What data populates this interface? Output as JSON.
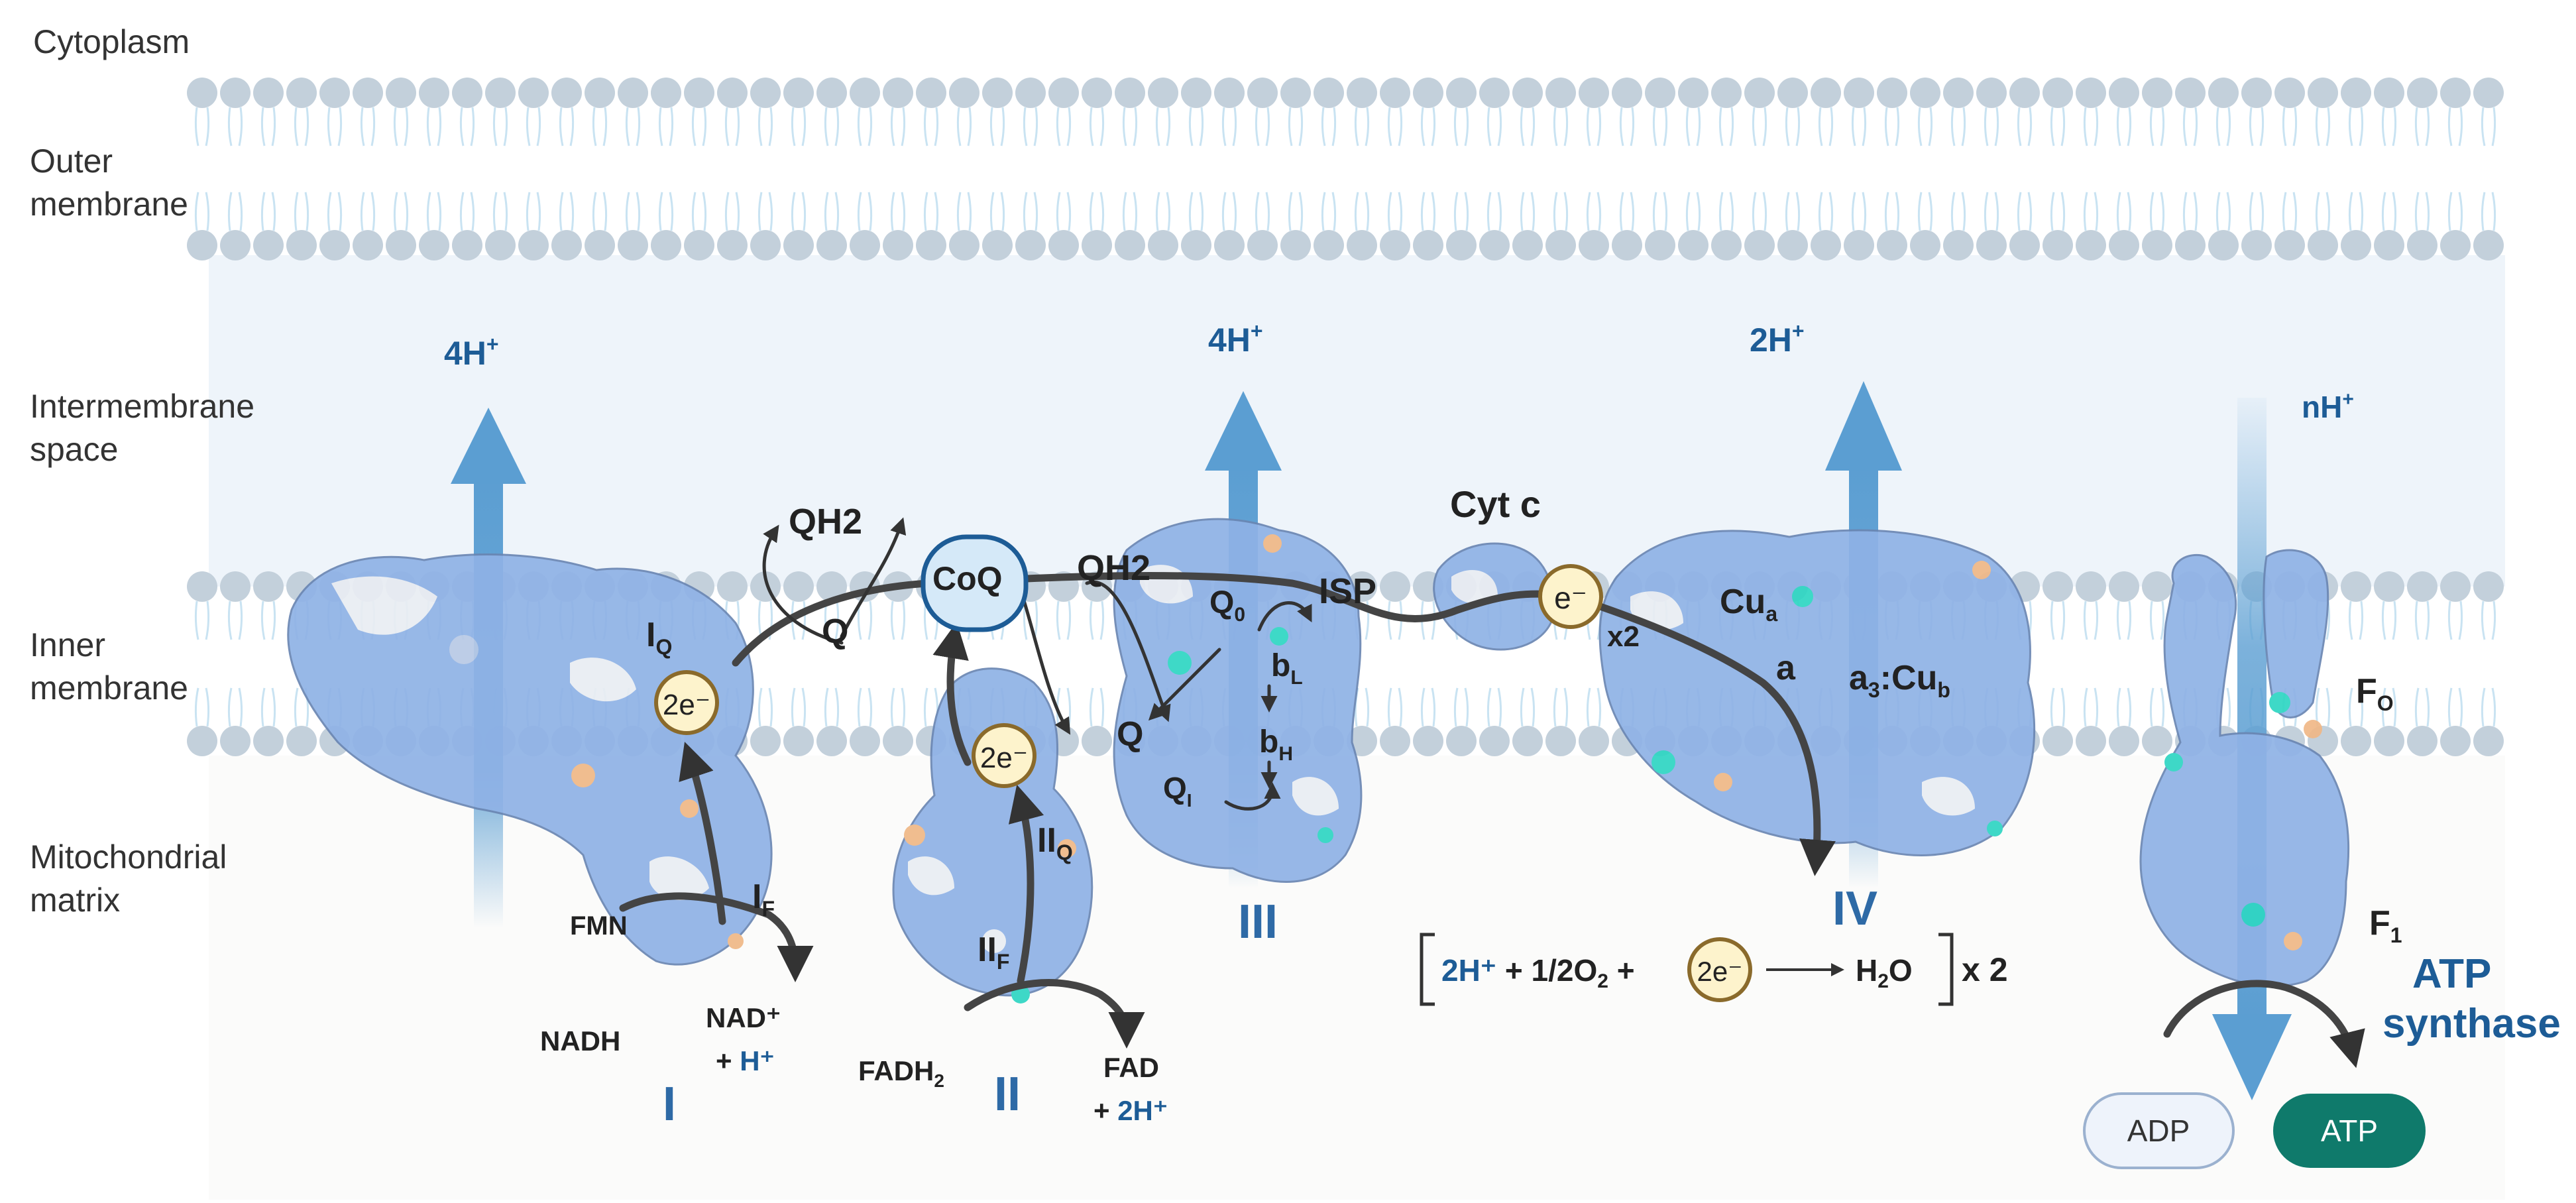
{
  "regions": {
    "cytoplasm": "Cytoplasm",
    "outer_membrane": [
      "Outer",
      "membrane"
    ],
    "intermembrane_space": [
      "Intermembrane",
      "space"
    ],
    "inner_membrane": [
      "Inner",
      "membrane"
    ],
    "matrix": [
      "Mitochondrial",
      "matrix"
    ]
  },
  "proton_labels": {
    "complex_I": "4H",
    "complex_III": "4H",
    "complex_IV": "2H",
    "atp_synthase": "nH",
    "sup": "+"
  },
  "complex_I": {
    "numeral": "I",
    "iq": {
      "main": "I",
      "sub": "Q"
    },
    "if": {
      "main": "I",
      "sub": "F"
    },
    "electron": "2e⁻",
    "fmn": "FMN",
    "nadh": "NADH",
    "nad_line1": "NAD⁺",
    "nad_line2_prefix": "+ ",
    "nad_line2_h": "H⁺"
  },
  "coq_pool": {
    "qh2_top": "QH2",
    "coq": "CoQ",
    "q_left": "Q",
    "qh2_right": "QH2"
  },
  "complex_II": {
    "numeral": "II",
    "iiq": {
      "main": "II",
      "sub": "Q"
    },
    "iif": {
      "main": "II",
      "sub": "F"
    },
    "electron": "2e⁻",
    "fadh2": {
      "main": "FADH",
      "sub": "2"
    },
    "fad_line1": "FAD",
    "fad_line2_prefix": "+ ",
    "fad_line2_h": "2H⁺"
  },
  "complex_III": {
    "numeral": "III",
    "q0": {
      "main": "Q",
      "sub": "0"
    },
    "isp": "ISP",
    "bl": {
      "main": "b",
      "sub": "L"
    },
    "bh": {
      "main": "b",
      "sub": "H"
    },
    "q": "Q",
    "qi": {
      "main": "Q",
      "sub": "I"
    }
  },
  "cyt_c": {
    "label": "Cyt c",
    "electron": "e⁻",
    "multiplier": "x2"
  },
  "complex_IV": {
    "numeral": "IV",
    "cua": {
      "main": "Cu",
      "sub": "a"
    },
    "a": "a",
    "a3cub": {
      "a": "a",
      "a_sub": "3",
      "mid": ":Cu",
      "cu_sub": "b"
    }
  },
  "reaction": {
    "h": "2H⁺",
    "plus1": " + 1/2O",
    "o_sub": "2",
    "plus2": " +",
    "electron": "2e⁻",
    "product_main": "H",
    "product_sub": "2",
    "product_end": "O",
    "multiplier": "x 2"
  },
  "atp_synthase": {
    "fo": {
      "main": "F",
      "sub": "O"
    },
    "f1": {
      "main": "F",
      "sub": "1"
    },
    "name_line1": "ATP",
    "name_line2": "synthase",
    "adp": "ADP",
    "atp": "ATP"
  },
  "colors": {
    "membrane_head": "#c3d0db",
    "membrane_tail": "#c9e3f2",
    "intermembrane_bg": "#eef4fa",
    "matrix_bg": "#fbfbfa",
    "proton_arrow": "#5b9ed2",
    "protein_blue": "#8fb2e6",
    "protein_white": "#e9edf3",
    "protein_orange": "#f0b887",
    "protein_teal": "#2ed6c3",
    "electron_fill": "#fdf3cc",
    "electron_stroke": "#8a6a2b",
    "path": "#444444",
    "atp_fill": "#0f7a6b",
    "adp_fill": "#eef3fb",
    "label_blue": "#1d5c96"
  }
}
